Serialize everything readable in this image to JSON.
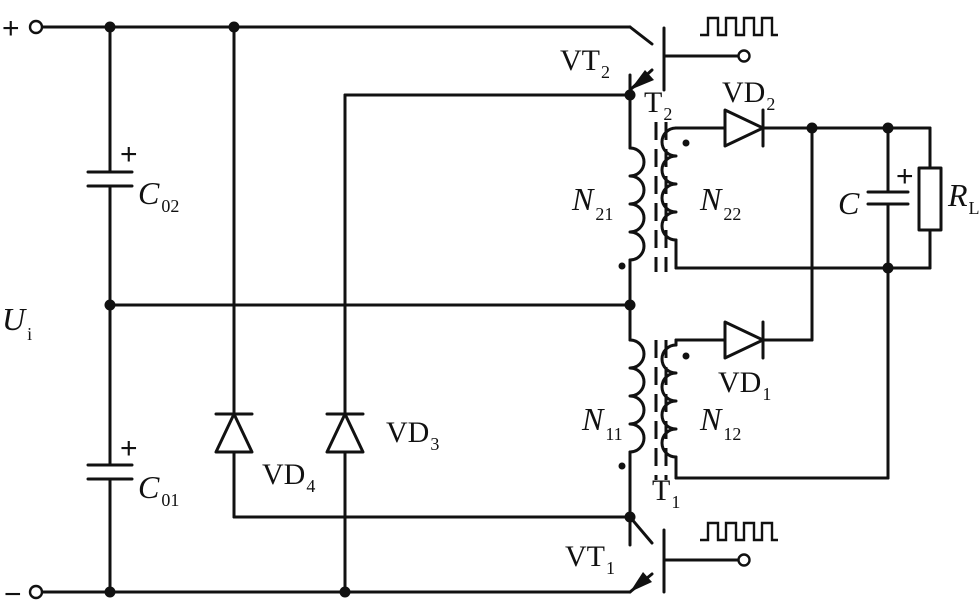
{
  "labels": {
    "plus_input": "+",
    "minus_input": "−",
    "ui_main": "U",
    "ui_sub": "i",
    "c02_main": "C",
    "c02_sub": "02",
    "c02_pol": "+",
    "c01_main": "C",
    "c01_sub": "01",
    "c01_pol": "+",
    "vt2_main": "VT",
    "vt2_sub": "2",
    "vt1_main": "VT",
    "vt1_sub": "1",
    "t2_main": "T",
    "t2_sub": "2",
    "t1_main": "T",
    "t1_sub": "1",
    "n21_main": "N",
    "n21_sub": "21",
    "n22_main": "N",
    "n22_sub": "22",
    "n11_main": "N",
    "n11_sub": "11",
    "n12_main": "N",
    "n12_sub": "12",
    "vd1_main": "VD",
    "vd1_sub": "1",
    "vd2_main": "VD",
    "vd2_sub": "2",
    "vd3_main": "VD",
    "vd3_sub": "3",
    "vd4_main": "VD",
    "vd4_sub": "4",
    "c_main": "C",
    "c_pol": "+",
    "rl_main": "R",
    "rl_sub": "L"
  }
}
